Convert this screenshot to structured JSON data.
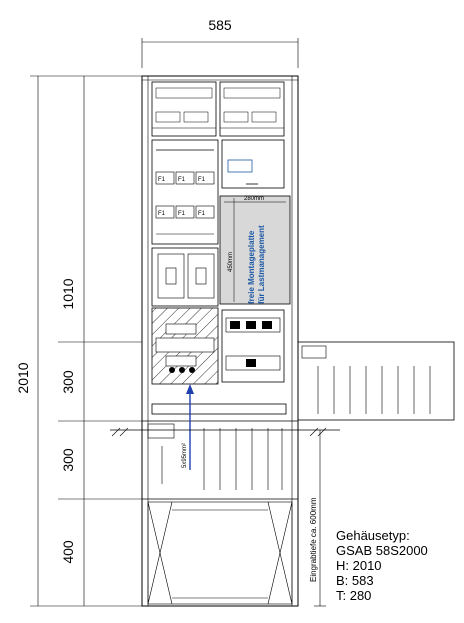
{
  "dimensions": {
    "width_top": "585",
    "height_total": "2010",
    "segments": [
      "1010",
      "300",
      "300",
      "400"
    ],
    "plate_width": "280mm",
    "plate_height": "450mm",
    "depth": "Eingrabtiefe ca. 600mm",
    "cable": "5x95mm²"
  },
  "plate": {
    "line1": "freie Montageplatte",
    "line2": "für Lastmanagement"
  },
  "fuse_label": "F1",
  "spec": {
    "line1": "Gehäusetyp:",
    "line2": "GSAB 58S2000",
    "line3": "H: 2010",
    "line4": "B: 583",
    "line5": "T: 280"
  }
}
